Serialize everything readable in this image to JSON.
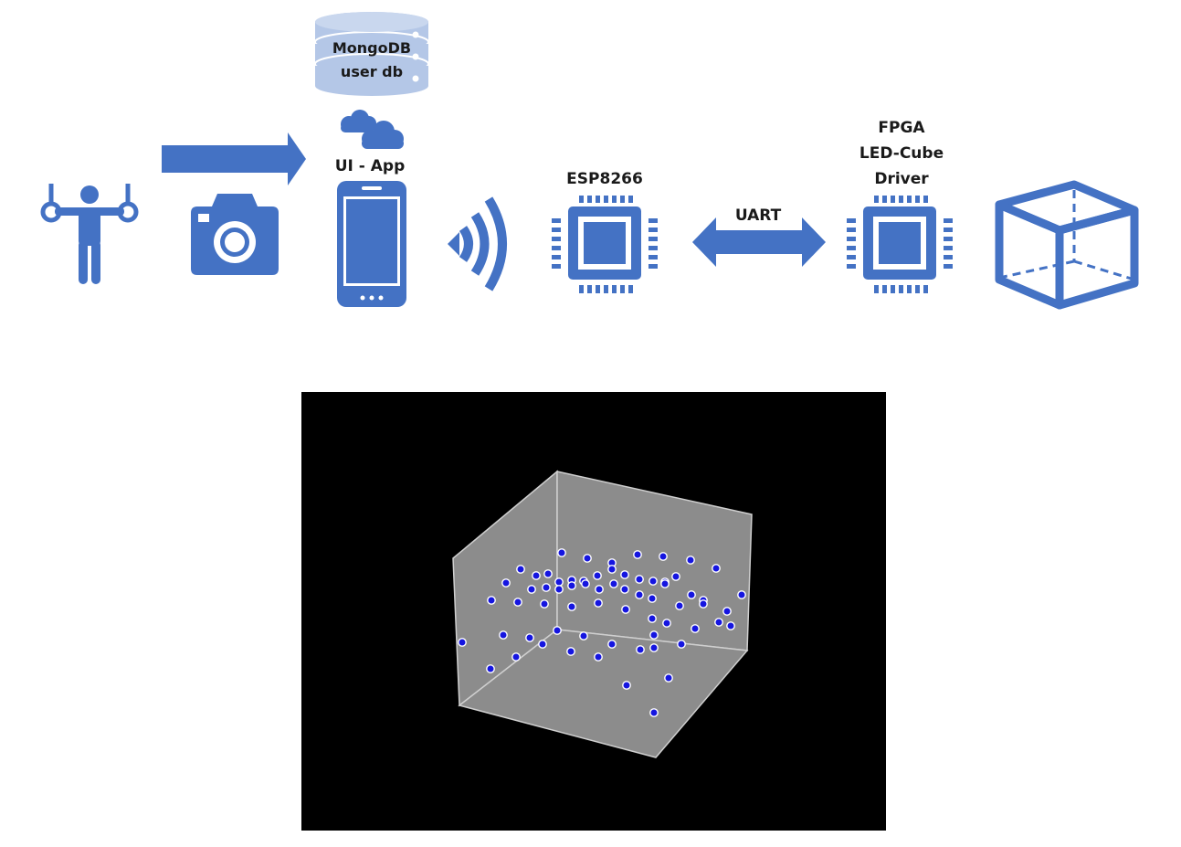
{
  "labels": {
    "database_line1": "MongoDB",
    "database_line2": "user db",
    "app": "UI - App",
    "esp": "ESP8266",
    "uart": "UART",
    "fpga_line1": "FPGA",
    "fpga_line2": "LED-Cube",
    "fpga_line3": "Driver"
  },
  "icons": {
    "person": "person-with-rings-icon",
    "camera": "camera-icon",
    "phone": "smartphone-icon",
    "cloud": "cloud-icon",
    "database": "database-icon",
    "wireless": "wireless-signal-icon",
    "chip_esp": "chip-icon",
    "chip_fpga": "chip-icon",
    "cube": "cube-icon"
  },
  "colors": {
    "accent": "#4472C4",
    "db_fill": "#B4C7E7",
    "panel_bg": "#000000",
    "box_face": "#8C8C8C",
    "point": "#1515E0"
  },
  "visualization": {
    "point_count": 70
  }
}
